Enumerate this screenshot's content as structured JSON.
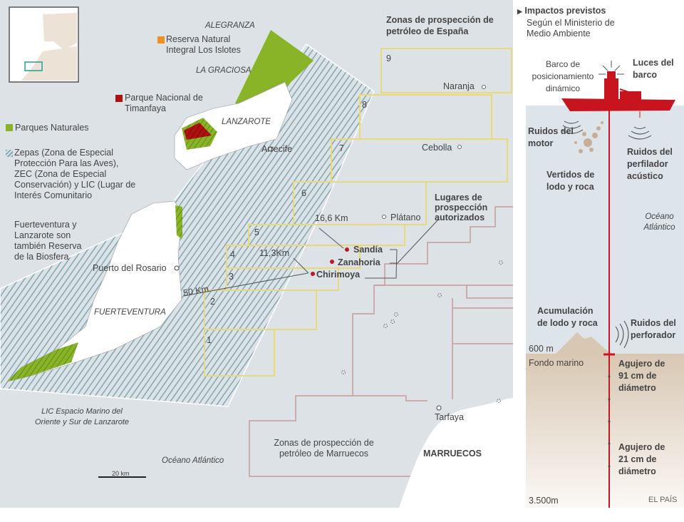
{
  "colors": {
    "sea": "#dde2e6",
    "park": "#8ab428",
    "national_park": "#b01010",
    "reserve": "#f0901e",
    "spain_zone": "#e8d97a",
    "morocco_zone": "#c99a98",
    "drill": "#c8141e",
    "seabed": "#d8c7b3"
  },
  "map": {
    "title": "Zonas de prospección de petróleo de España",
    "islands": {
      "alegranza": "ALEGRANZA",
      "graciosa": "LA GRACIOSA",
      "lanzarote": "LANZAROTE",
      "fuerteventura": "FUERTEVENTURA"
    },
    "places": {
      "arrecife": "Arrecife",
      "puerto": "Puerto del Rosario",
      "tarfaya": "Tarfaya",
      "marruecos": "MARRUECOS",
      "oceano": "Océano Atlántico"
    },
    "legend": {
      "reserva": "Reserva Natural Integral Los Islotes",
      "timanfaya": "Parque Nacional de Timanfaya",
      "parques": "Parques Naturales",
      "zepas": "Zepas (Zona de Especial Protección Para las Aves), ZEC (Zona de Especial Conservación) y LIC (Lugar de Interés Comunitario",
      "biosfera": "Fuerteventura y Lanzarote son también Reserva de la Biosfera"
    },
    "lic_label": "LIC Espacio Marino del Oriente y Sur de Lanzarote",
    "blocks": [
      "1",
      "2",
      "3",
      "4",
      "5",
      "6",
      "7",
      "8",
      "9"
    ],
    "prospects": {
      "naranja": "Naranja",
      "cebolla": "Cebolla",
      "platano": "Plátano",
      "sandia": "Sandía",
      "zanahoria": "Zanahoria",
      "chirimoya": "Chirimoya"
    },
    "authorized_label": "Lugares de prospección autorizados",
    "distances": {
      "d1": "16,6 Km",
      "d2": "11,3Km",
      "d3": "50 Km"
    },
    "morocco_zones": "Zonas de prospección de petróleo de Marruecos",
    "scale": "20 km"
  },
  "panel": {
    "title": "Impactos previstos",
    "subtitle": "Según el Ministerio de Medio Ambiente",
    "barco": "Barco de posicionamiento dinámico",
    "luces": "Luces del barco",
    "motor": "Ruidos del motor",
    "perfilador": "Ruidos del perfilador acústico",
    "vertidos": "Vertidos de lodo y roca",
    "oceano": "Océano Atlántico",
    "acumulacion": "Acumulación de lodo y roca",
    "perforador": "Ruidos del perforador",
    "depth600": "600 m",
    "fondo": "Fondo marino",
    "agujero91": "Agujero de 91 cm de diámetro",
    "agujero21": "Agujero de 21 cm de diámetro",
    "depth3500": "3.500m",
    "credit": "EL PAÍS"
  }
}
